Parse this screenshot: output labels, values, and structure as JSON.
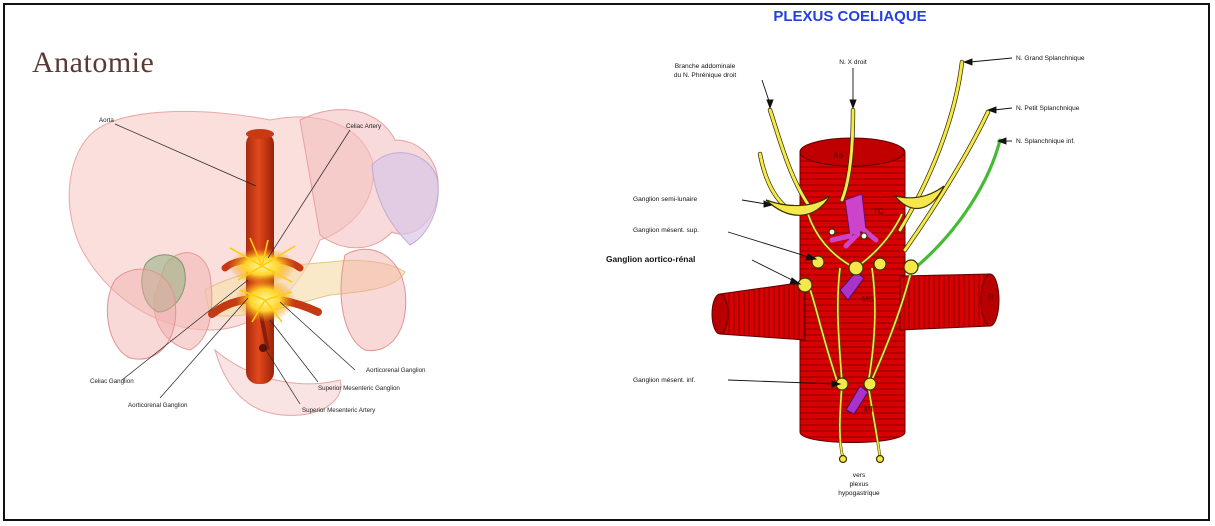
{
  "left_panel": {
    "title": "Anatomie",
    "labels": {
      "aorta": "Aorta",
      "celiac_artery": "Celiac Artery",
      "celiac_ganglion": "Celiac Ganglion",
      "aorticorenal_ganglion_left": "Aorticorenal Ganglion",
      "aorticorenal_ganglion_right": "Aorticorenal Ganglion",
      "superior_mesenteric_ganglion": "Superior Mesenteric Ganglion",
      "superior_mesenteric_artery": "Superior Mesenteric Artery"
    }
  },
  "right_panel": {
    "title": "PLEXUS COELIAQUE",
    "labels": {
      "branche_line1": "Branche addominale",
      "branche_line2": "du N. Phrénique droit",
      "nx_droit": "N. X droit",
      "grand_splanchnique": "N. Grand Splanchnique",
      "petit_splanchnique": "N. Petit Splanchnique",
      "splanchnique_inf": "N. Splanchnique inf.",
      "semi_lunaire": "Ganglion semi-lunaire",
      "mesent_sup": "Ganglion mésent. sup.",
      "aortico_renal": "Ganglion aortico-rénal",
      "mesent_inf": "Ganglion mésent. inf.",
      "vers_line1": "vers",
      "vers_line2": "plexus",
      "vers_line3": "hypogastrique"
    },
    "organ_tags": {
      "ao": "Ao",
      "tc": "TC",
      "ms": "MS",
      "mi": "MI",
      "r": "R"
    }
  }
}
